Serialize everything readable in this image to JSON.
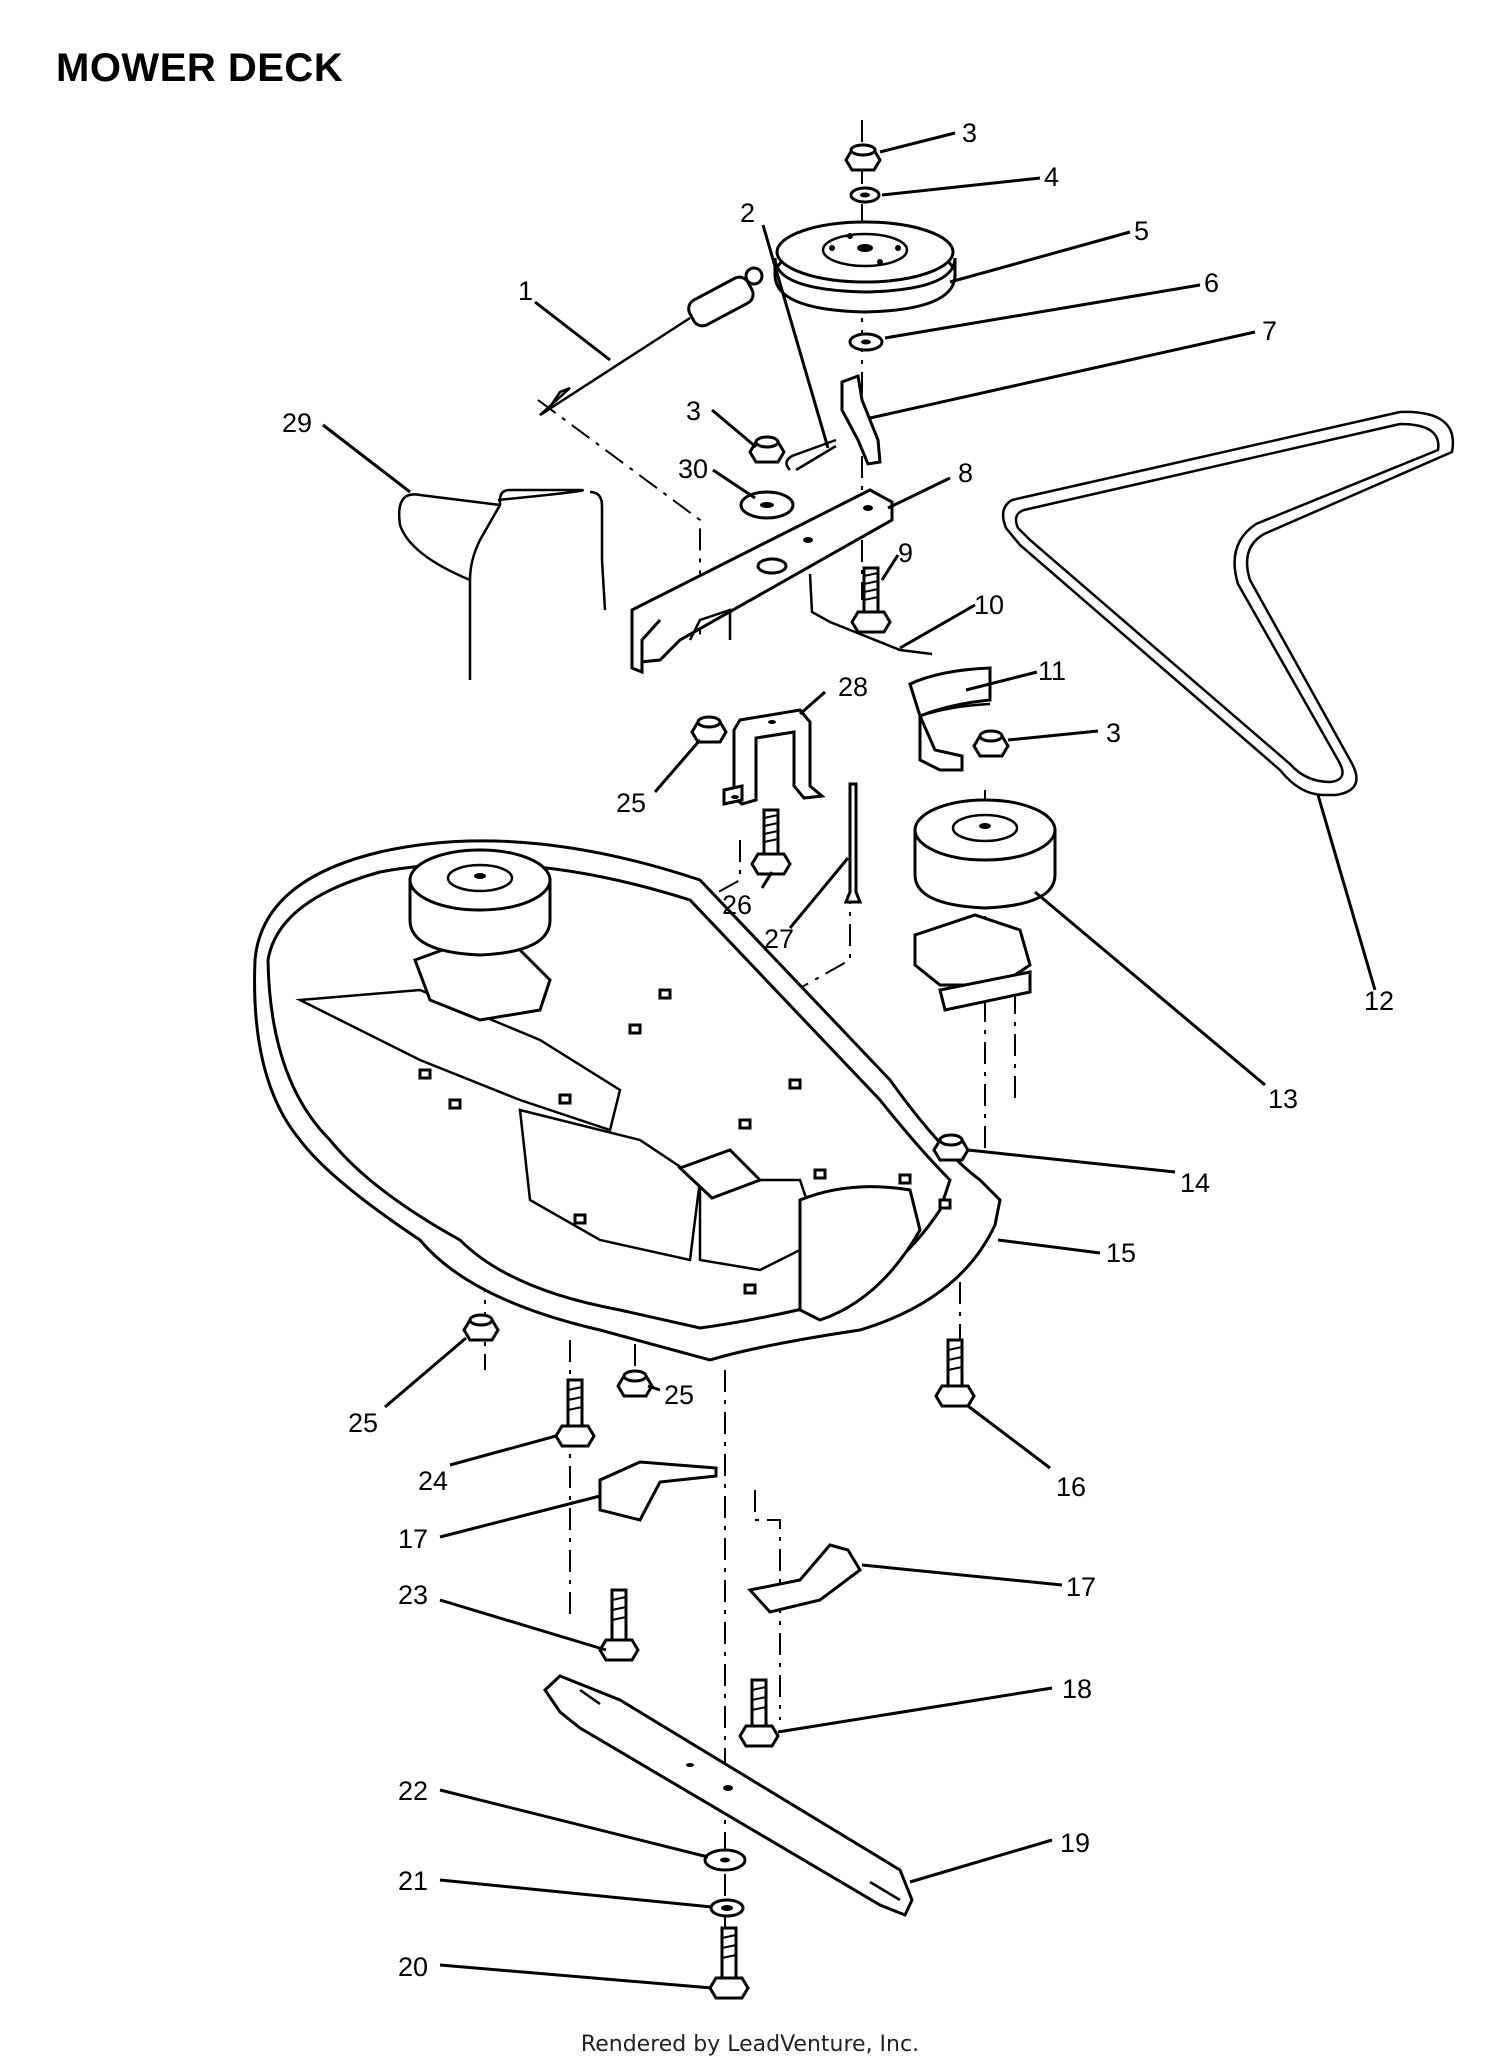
{
  "title": "MOWER DECK",
  "footer": "Rendered by LeadVenture, Inc.",
  "callouts": [
    {
      "id": "c1",
      "label": "1"
    },
    {
      "id": "c2",
      "label": "2"
    },
    {
      "id": "c3a",
      "label": "3"
    },
    {
      "id": "c3b",
      "label": "3"
    },
    {
      "id": "c3c",
      "label": "3"
    },
    {
      "id": "c4",
      "label": "4"
    },
    {
      "id": "c5",
      "label": "5"
    },
    {
      "id": "c6",
      "label": "6"
    },
    {
      "id": "c7",
      "label": "7"
    },
    {
      "id": "c8",
      "label": "8"
    },
    {
      "id": "c9",
      "label": "9"
    },
    {
      "id": "c10",
      "label": "10"
    },
    {
      "id": "c11",
      "label": "11"
    },
    {
      "id": "c12",
      "label": "12"
    },
    {
      "id": "c13",
      "label": "13"
    },
    {
      "id": "c14",
      "label": "14"
    },
    {
      "id": "c15",
      "label": "15"
    },
    {
      "id": "c16",
      "label": "16"
    },
    {
      "id": "c17a",
      "label": "17"
    },
    {
      "id": "c17b",
      "label": "17"
    },
    {
      "id": "c18",
      "label": "18"
    },
    {
      "id": "c19",
      "label": "19"
    },
    {
      "id": "c20",
      "label": "20"
    },
    {
      "id": "c21",
      "label": "21"
    },
    {
      "id": "c22",
      "label": "22"
    },
    {
      "id": "c23",
      "label": "23"
    },
    {
      "id": "c24",
      "label": "24"
    },
    {
      "id": "c25a",
      "label": "25"
    },
    {
      "id": "c25b",
      "label": "25"
    },
    {
      "id": "c25c",
      "label": "25"
    },
    {
      "id": "c26",
      "label": "26"
    },
    {
      "id": "c27",
      "label": "27"
    },
    {
      "id": "c28",
      "label": "28"
    },
    {
      "id": "c29",
      "label": "29"
    },
    {
      "id": "c30",
      "label": "30"
    }
  ]
}
